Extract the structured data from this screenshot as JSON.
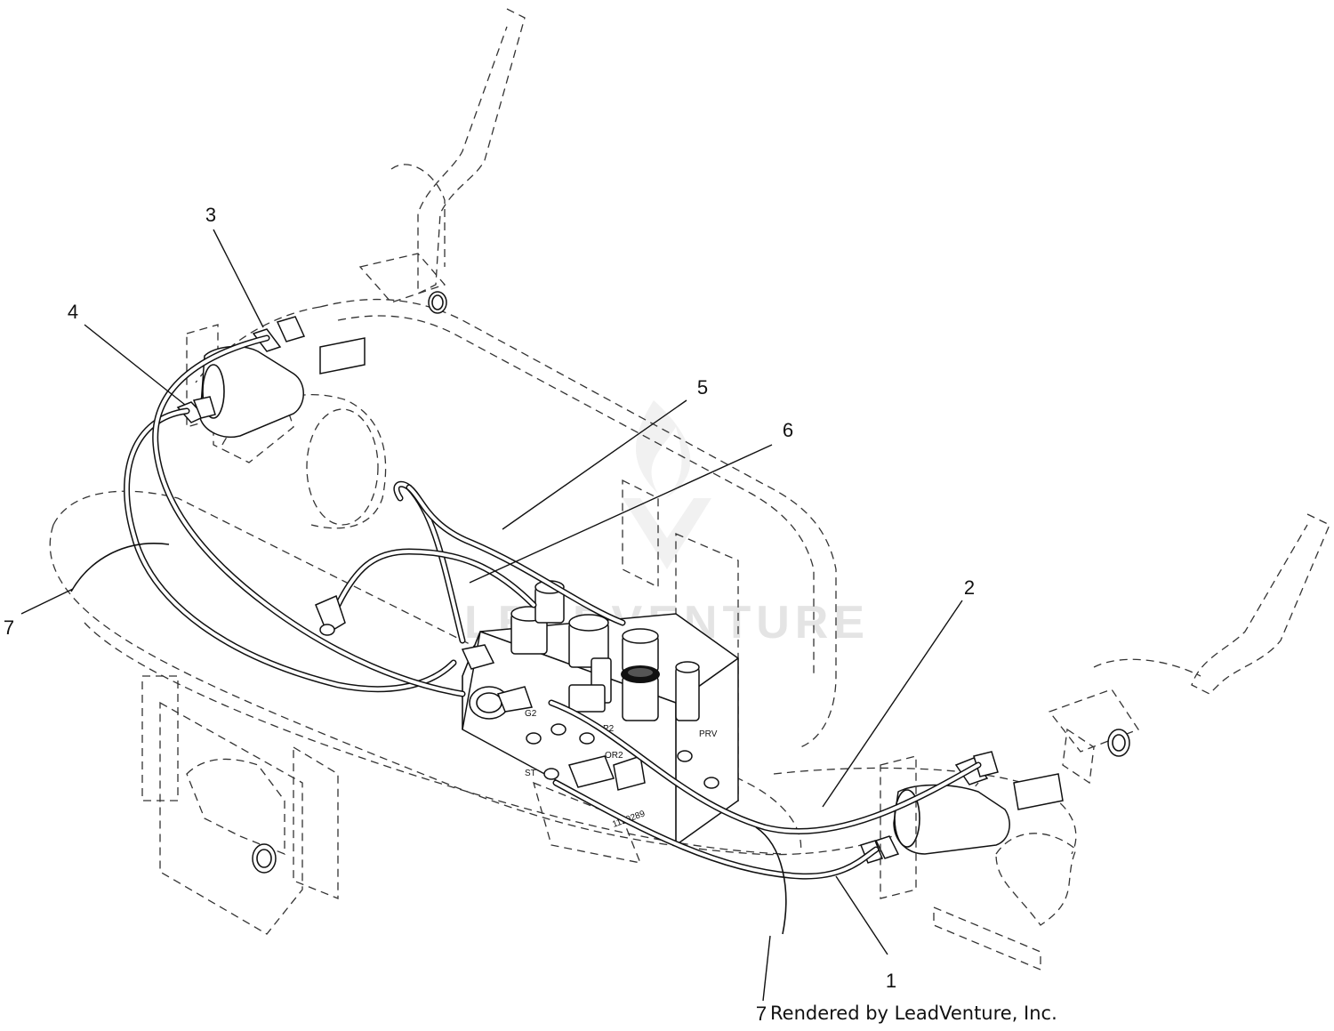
{
  "callouts": [
    {
      "label": "1"
    },
    {
      "label": "2"
    },
    {
      "label": "3"
    },
    {
      "label": "4"
    },
    {
      "label": "5"
    },
    {
      "label": "6"
    },
    {
      "label": "7"
    },
    {
      "label": "7"
    }
  ],
  "credit": "Rendered by LeadVenture, Inc.",
  "watermark": "LEADVENTURE",
  "manifold_labels": [
    "P2",
    "OR2",
    "ST",
    "PRV",
    "G2"
  ],
  "manifold_code": "1120289"
}
